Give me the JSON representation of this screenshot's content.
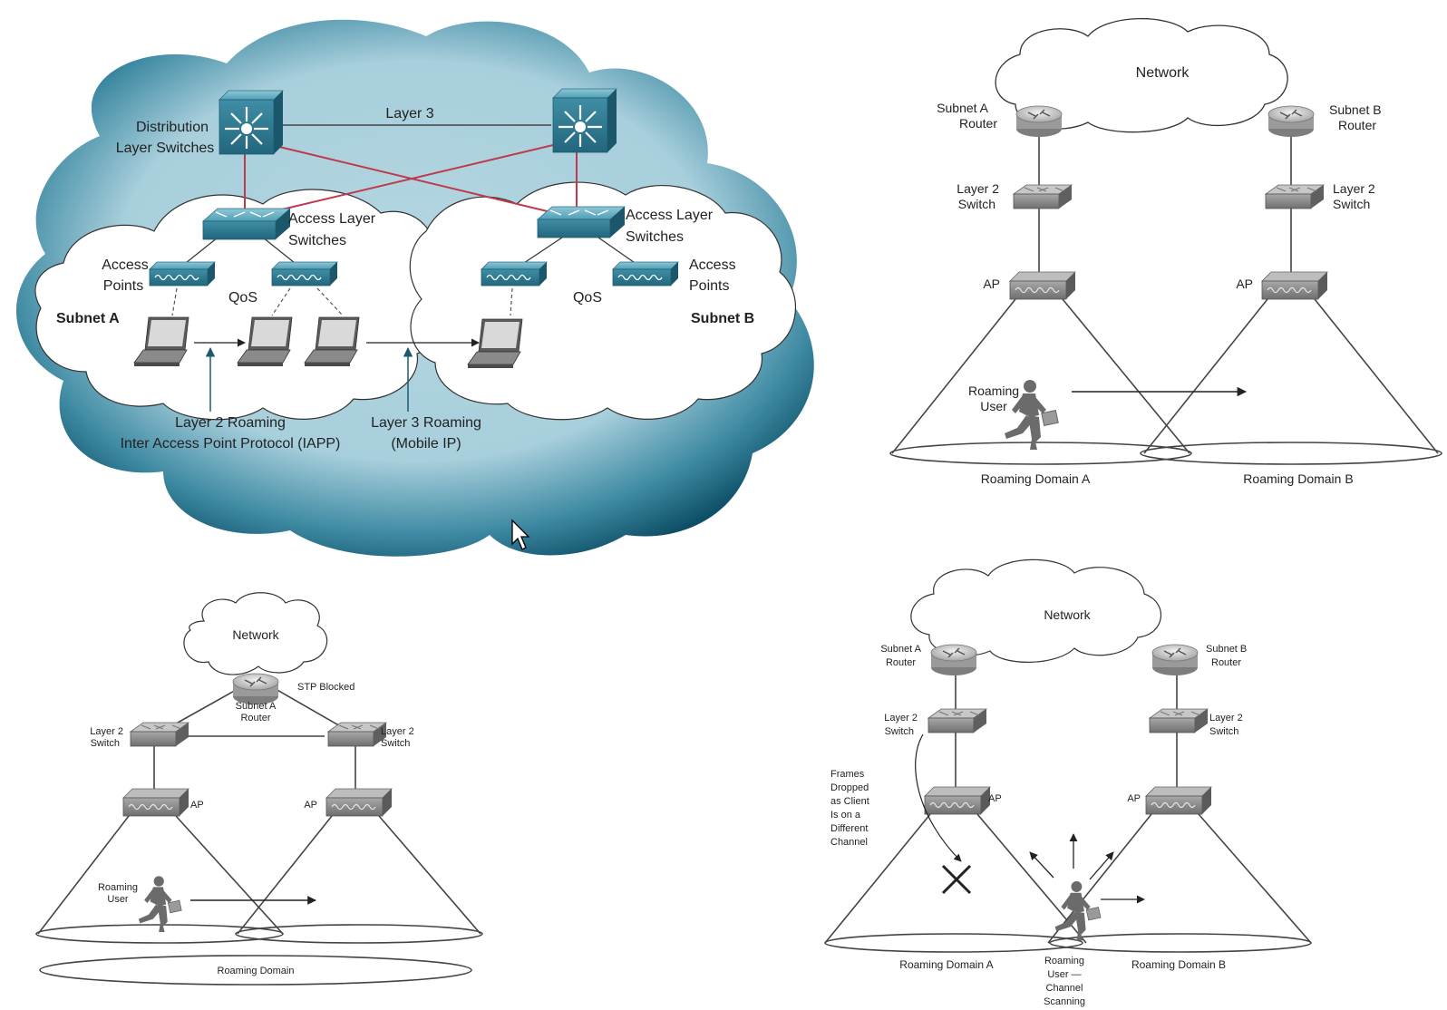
{
  "colors": {
    "cloud_dark": "#0d4f66",
    "cloud_light": "#b4d6e1",
    "subnet_cloud": "#ffffff",
    "uplink_red": "#c0394b",
    "device_teal": "#3f8ea5",
    "device_gray": "#8c8c8c",
    "line": "#444444"
  },
  "icons": {
    "distribution_switch": "multilayer-switch-icon",
    "access_switch": "workgroup-switch-icon",
    "access_point": "access-point-icon",
    "laptop": "laptop-icon",
    "router": "router-icon",
    "roaming_user": "running-user-icon",
    "cursor": "mouse-pointer-icon",
    "drop_mark": "x-mark-icon"
  },
  "diagram_a": {
    "distribution_label_1": "Distribution",
    "distribution_label_2": "Layer Switches",
    "layer3_label": "Layer 3",
    "access_left_1": "Access Layer",
    "access_left_2": "Switches",
    "access_right_1": "Access Layer",
    "access_right_2": "Switches",
    "ap_left_1": "Access",
    "ap_left_2": "Points",
    "ap_right_1": "Access",
    "ap_right_2": "Points",
    "qos_left": "QoS",
    "qos_right": "QoS",
    "subnet_a": "Subnet A",
    "subnet_b": "Subnet B",
    "l2_roaming_1": "Layer 2 Roaming",
    "l2_roaming_2": "Inter Access Point Protocol (IAPP)",
    "l3_roaming_1": "Layer 3 Roaming",
    "l3_roaming_2": "(Mobile IP)"
  },
  "diagram_b": {
    "network": "Network",
    "router_a_1": "Subnet A",
    "router_a_2": "Router",
    "router_b_1": "Subnet B",
    "router_b_2": "Router",
    "switch_a_1": "Layer 2",
    "switch_a_2": "Switch",
    "switch_b_1": "Layer 2",
    "switch_b_2": "Switch",
    "ap_a": "AP",
    "ap_b": "AP",
    "user_1": "Roaming",
    "user_2": "User",
    "domain_a": "Roaming Domain A",
    "domain_b": "Roaming Domain B"
  },
  "diagram_c": {
    "network": "Network",
    "stp": "STP Blocked",
    "router_1": "Subnet A",
    "router_2": "Router",
    "switch_l_1": "Layer 2",
    "switch_l_2": "Switch",
    "switch_r_1": "Layer 2",
    "switch_r_2": "Switch",
    "ap_l": "AP",
    "ap_r": "AP",
    "user_1": "Roaming",
    "user_2": "User",
    "domain": "Roaming Domain"
  },
  "diagram_d": {
    "network": "Network",
    "router_a_1": "Subnet A",
    "router_a_2": "Router",
    "router_b_1": "Subnet B",
    "router_b_2": "Router",
    "switch_a_1": "Layer 2",
    "switch_a_2": "Switch",
    "switch_b_1": "Layer 2",
    "switch_b_2": "Switch",
    "ap_a": "AP",
    "ap_b": "AP",
    "frames": [
      "Frames",
      "Dropped",
      "as Client",
      "Is on a",
      "Different",
      "Channel"
    ],
    "scan": [
      "Roaming",
      "User —",
      "Channel",
      "Scanning"
    ],
    "domain_a": "Roaming Domain A",
    "domain_b": "Roaming Domain B"
  }
}
